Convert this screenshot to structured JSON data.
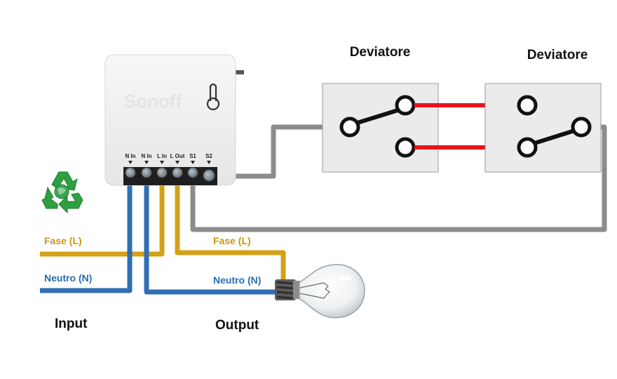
{
  "module": {
    "brand": "Sonoff",
    "terminals": [
      "N In",
      "N In",
      "L In",
      "L Out",
      "S1",
      "S2"
    ]
  },
  "switches": [
    {
      "title": "Deviatore"
    },
    {
      "title": "Deviatore"
    }
  ],
  "wires": {
    "input_phase": "Fase (L)",
    "input_neutral": "Neutro (N)",
    "output_phase": "Fase (L)",
    "output_neutral": "Neutro (N)"
  },
  "sections": {
    "input": "Input",
    "output": "Output"
  },
  "icons": {
    "recycle": "recycle-icon",
    "touch": "touch-icon",
    "bulb": "light-bulb-icon"
  },
  "colors": {
    "phase": "#d4a017",
    "neutral": "#2f6fb5",
    "switch_wire": "#8c8c8c",
    "traveler": "#e8141b",
    "phase_text": "#c8960c",
    "neutral_text": "#2b6cb0",
    "recycle": "#2ea043"
  }
}
